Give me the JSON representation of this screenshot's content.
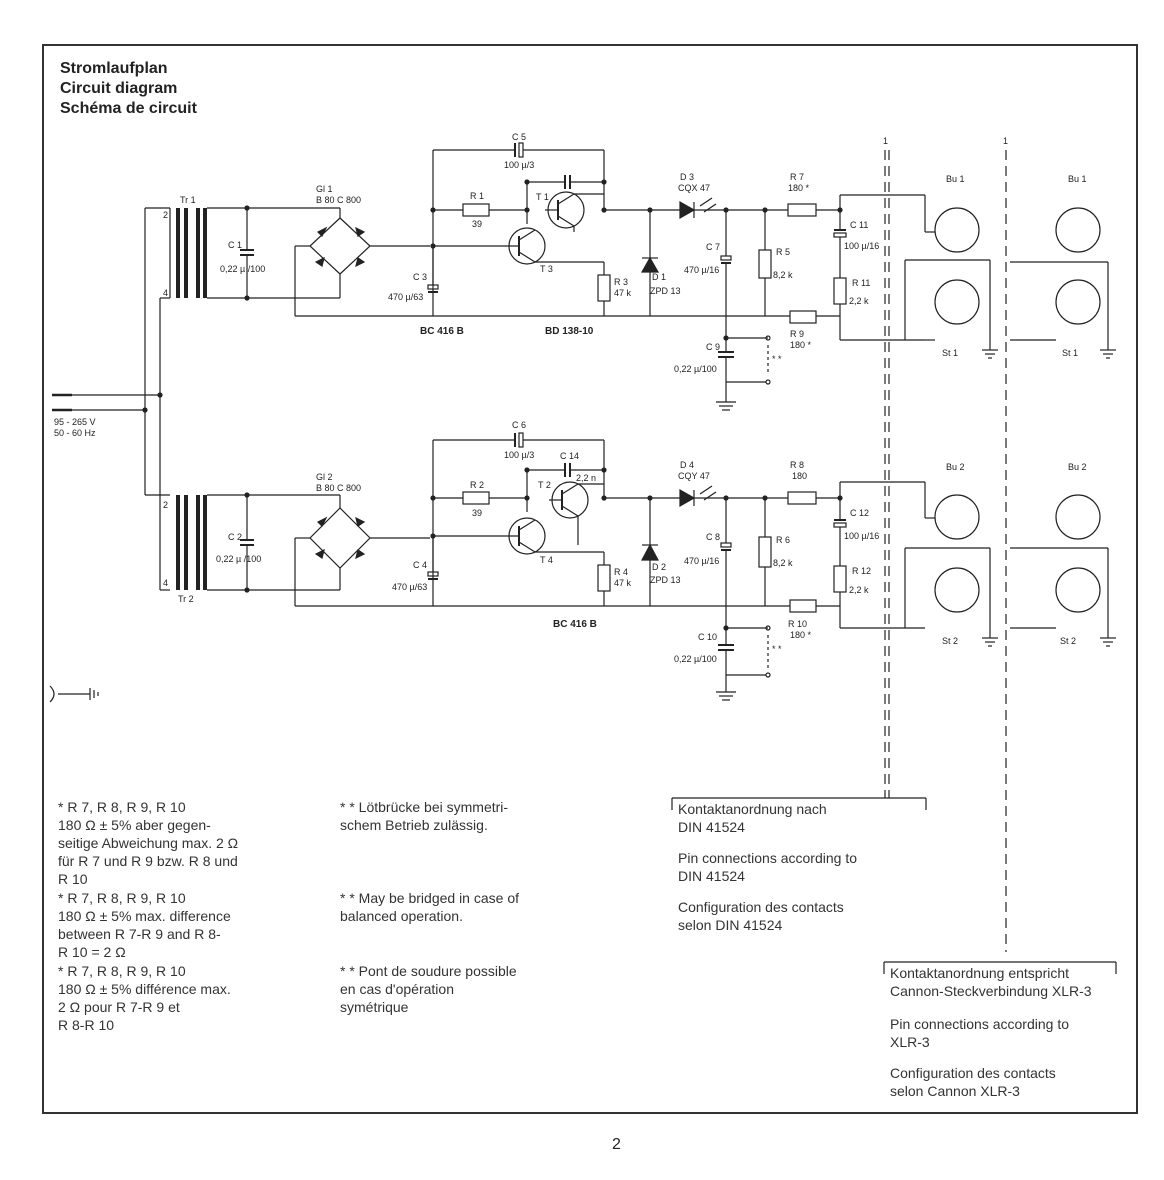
{
  "titles": [
    "Stromlaufplan",
    "Circuit diagram",
    "Schéma de circuit"
  ],
  "page_number": "2",
  "mains": {
    "voltage": "95 - 265 V",
    "freq": "50 - 60 Hz"
  },
  "components": {
    "tr1": "Tr 1",
    "tr2": "Tr 2",
    "pin2": "2",
    "pin4": "4",
    "c1": "C 1",
    "c1v": "0,22 µ  /100",
    "c2": "C 2",
    "c2v": "0,22 µ  /100",
    "gl1": "Gl 1",
    "gl1v": "B 80 C 800",
    "gl2": "Gl 2",
    "gl2v": "B 80 C 800",
    "c3": "C 3",
    "c3v": "470 µ/63",
    "c4": "C 4",
    "c4v": "470 µ/63",
    "r1": "R 1",
    "r1v": "39",
    "r2": "R 2",
    "r2v": "39",
    "c5": "C 5",
    "c5v": "100 µ/3",
    "c6": "C 6",
    "c6v": "100 µ/3",
    "c14": "C 14",
    "c14v": "2,2 n",
    "t1": "T 1",
    "t2": "T 2",
    "t3": "T 3",
    "t4": "T 4",
    "r3": "R 3",
    "r3v": "47 k",
    "r4": "R 4",
    "r4v": "47 k",
    "d1": "D 1",
    "d1v": "ZPD 13",
    "d2": "D 2",
    "d2v": "ZPD 13",
    "d3": "D 3",
    "d3v": "CQX 47",
    "d4": "D 4",
    "d4v": "CQY 47",
    "c7": "C 7",
    "c7v": "470 µ/16",
    "c8": "C 8",
    "c8v": "470 µ/16",
    "r5": "R 5",
    "r5v": "8,2 k",
    "r6": "R 6",
    "r6v": "8,2 k",
    "r7": "R 7",
    "r7v": "180 *",
    "r8": "R 8",
    "r8v": "180",
    "r9": "R 9",
    "r9v": "180 *",
    "r10": "R 10",
    "r10v": "180 *",
    "c9": "C 9",
    "c9v": "0,22 µ/100",
    "c10": "C 10",
    "c10v": "0,22 µ/100",
    "c11": "C 11",
    "c11v": "100 µ/16",
    "c12": "C 12",
    "c12v": "100 µ/16",
    "r11": "R 11",
    "r11v": "2,2 k",
    "r12": "R 12",
    "r12v": "2,2 k",
    "bc416b": "BC 416 B",
    "bd138": "BD 138-10",
    "bu1": "Bu 1",
    "bu2": "Bu 2",
    "st1": "St 1",
    "st2": "St 2",
    "marker1": "1",
    "bridge": "* *"
  },
  "notes": {
    "star_de": "*  R 7, R 8, R 9, R 10\n    180 Ω ± 5% aber gegen-\n    seitige Abweichung max. 2 Ω\n    für R 7 und R 9 bzw. R 8 und\n    R 10",
    "star_en": "*  R 7, R 8, R 9, R 10\n    180 Ω ± 5% max. difference\n    between R 7-R 9 and R 8-\n    R 10 = 2 Ω",
    "star_fr": "*  R 7, R 8, R 9, R 10\n    180 Ω ± 5% différence max.\n    2 Ω pour R 7-R 9 et\n    R 8-R 10",
    "dstar_de": "* *  Lötbrücke bei symmetri-\n       schem Betrieb zulässig.",
    "dstar_en": "* *  May be bridged in case of\n       balanced operation.",
    "dstar_fr": "* *  Pont de soudure possible\n       en cas d'opération\n       symétrique"
  },
  "pins_din": [
    "Kontaktanordnung nach\nDIN 41524",
    "Pin connections according to\nDIN 41524",
    "Configuration des contacts\nselon DIN 41524"
  ],
  "pins_xlr": [
    "Kontaktanordnung entspricht\nCannon-Steckverbindung XLR-3",
    "Pin connections according to\nXLR-3",
    "Configuration des contacts\nselon Cannon XLR-3"
  ]
}
